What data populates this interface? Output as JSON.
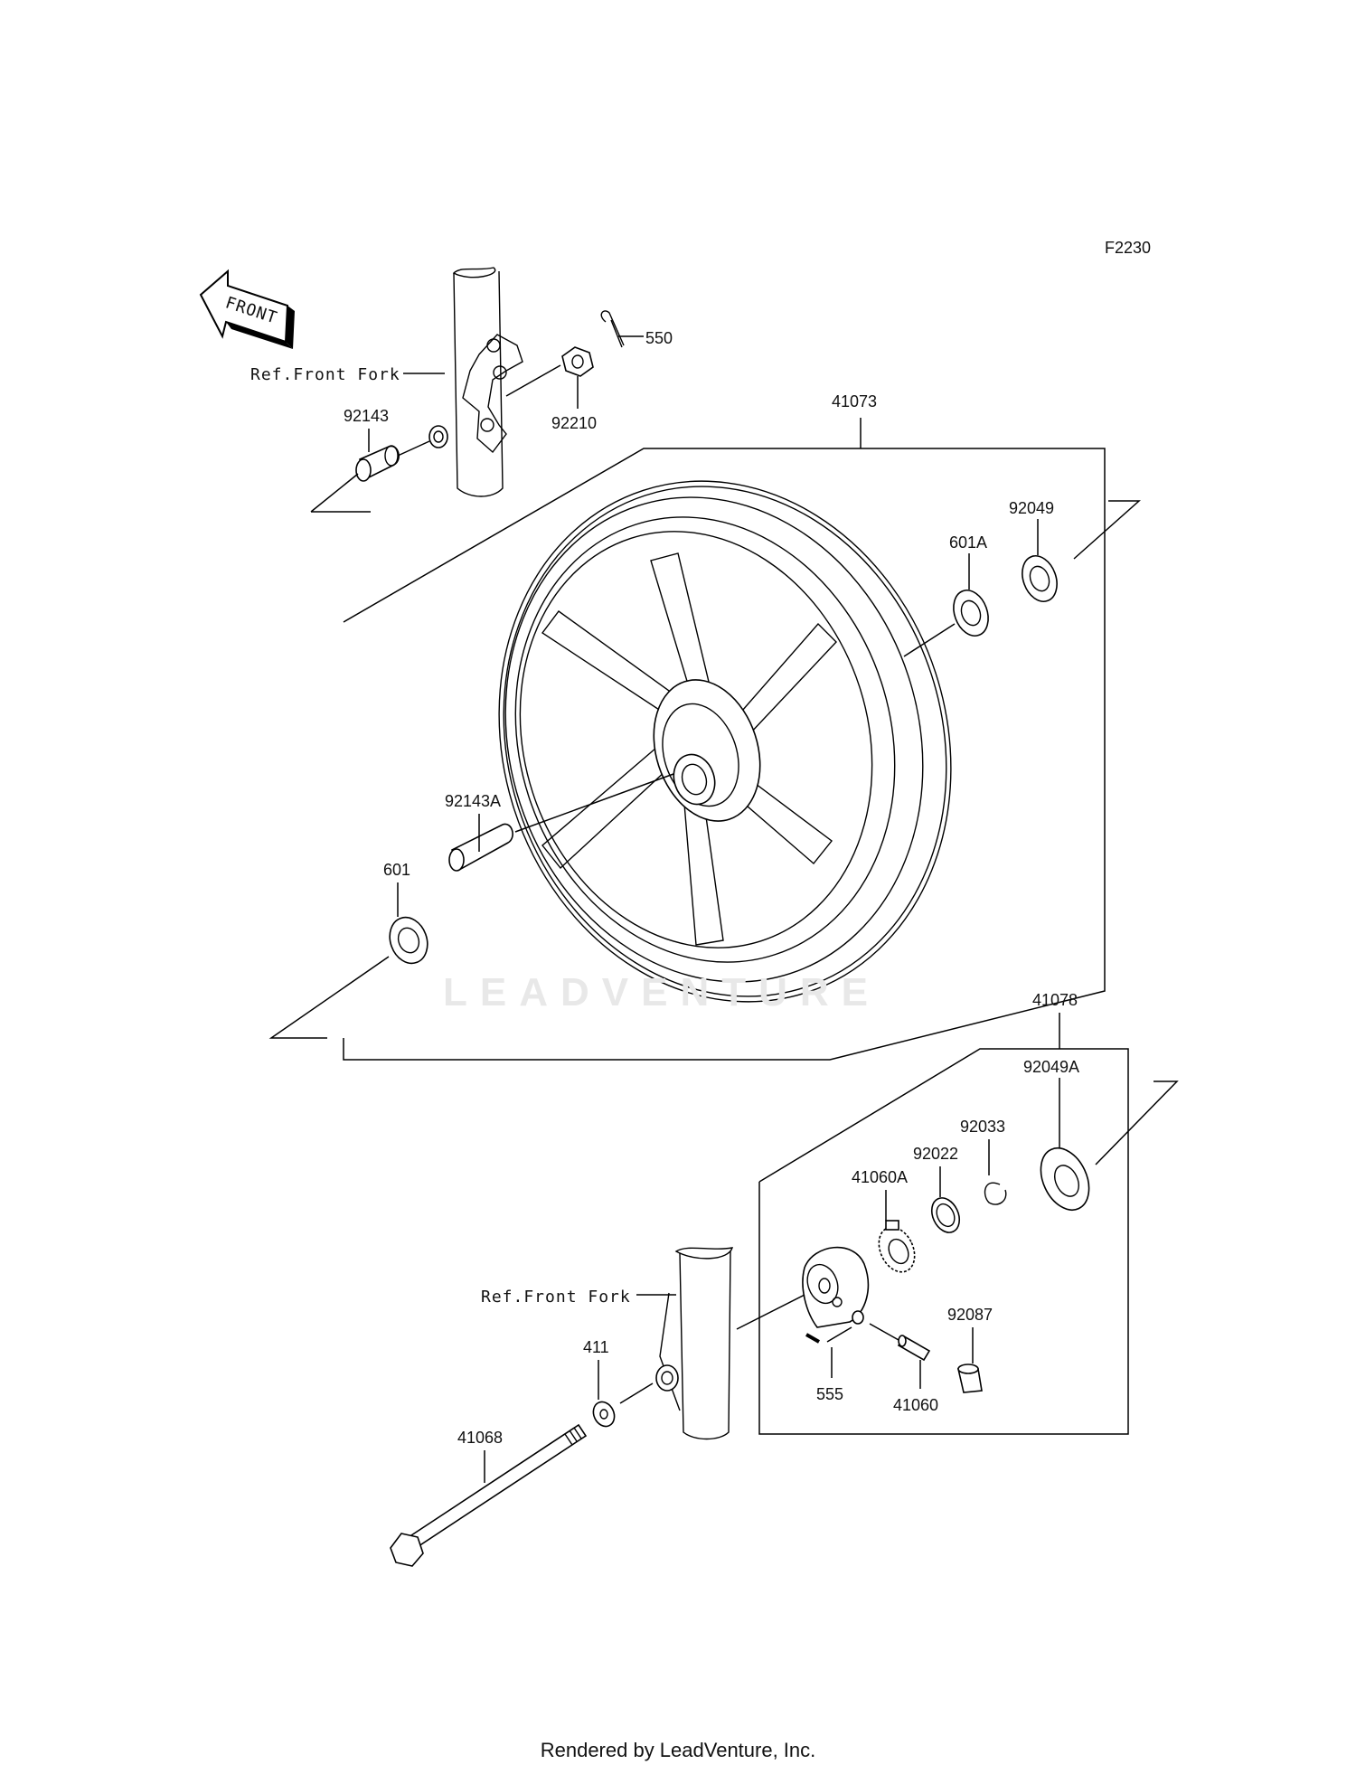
{
  "diagram_code": "F2230",
  "front_label": "FRONT",
  "ref_front_fork_label": "Ref.Front Fork",
  "watermark": "LEADVENTURE",
  "footer": "Rendered by LeadVenture, Inc.",
  "parts": {
    "p550": "550",
    "p92210": "92210",
    "p92143": "92143",
    "p41073": "41073",
    "p92049": "92049",
    "p601A": "601A",
    "p92143A": "92143A",
    "p601": "601",
    "p41078": "41078",
    "p92049A": "92049A",
    "p92033": "92033",
    "p92022": "92022",
    "p41060A": "41060A",
    "p92087": "92087",
    "p555": "555",
    "p41060": "41060",
    "p411": "411",
    "p41068": "41068"
  }
}
